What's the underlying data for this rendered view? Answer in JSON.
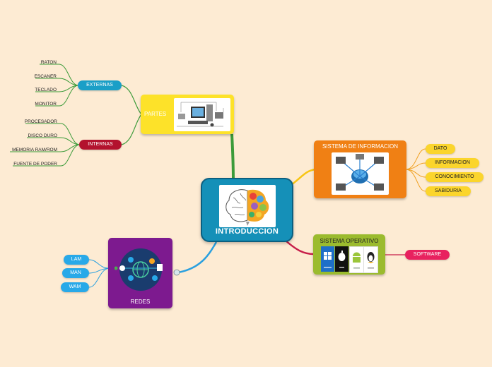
{
  "central": {
    "title": "INTRODUCCION",
    "image": "brain-illustration"
  },
  "partes": {
    "label": "PARTES",
    "image": "computer-parts-diagram",
    "externas": {
      "label": "EXTERNAS",
      "items": [
        "RATON",
        "ESCANER",
        "TECLADO",
        "MONITOR"
      ]
    },
    "internas": {
      "label": "INTERNAS",
      "items": [
        "PROCESADOR",
        "DISCO DURO",
        "MEMORIA RAM/ROM",
        "FUENTE DE PODER"
      ]
    }
  },
  "sistema_informacion": {
    "label": "SISTEMA DE INFORMACION",
    "image": "network-computers",
    "items": [
      "DATO",
      "INFORMACION",
      "CONOCIMIENTO",
      "SABIDURIA"
    ]
  },
  "sistema_operativo": {
    "label": "SISTEMA OPERATIVO",
    "logos": [
      "windows-icon",
      "apple-icon",
      "android-icon",
      "linux-icon"
    ],
    "child": "SOFTWARE"
  },
  "redes": {
    "label": "REDES",
    "image": "network-globe-icon",
    "items": [
      "LAM",
      "MAN",
      "WAM"
    ]
  },
  "colors": {
    "background": "#fdebd3",
    "central": "#1590b8",
    "partes": "#fde229",
    "sistema_informacion": "#f08014",
    "sistema_operativo": "#9bbb2e",
    "redes": "#7d1a8f",
    "externas": "#1a9fc7",
    "internas": "#b3122e"
  }
}
